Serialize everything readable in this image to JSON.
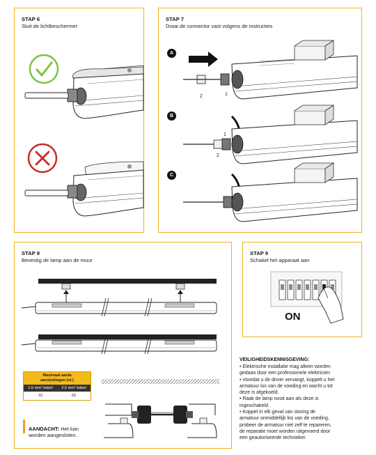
{
  "step6": {
    "title": "STAP 6",
    "subtitle": "Sluit de lichtbeschermer"
  },
  "step7": {
    "title": "STAP 7",
    "subtitle": "Draai de connector vast volgens de instructies",
    "rows": [
      {
        "letter": "A",
        "num1": "2",
        "num2": "1"
      },
      {
        "letter": "B",
        "num1": "1",
        "num2": "2"
      },
      {
        "letter": "C"
      }
    ]
  },
  "step8": {
    "title": "STAP 8",
    "subtitle": "Bevestig de lamp aan de muur",
    "table": {
      "header_line1": "Maximaal aanta",
      "header_line2": "aansluitingen (st.)",
      "col1": "1.5 mm² kabel",
      "col2": "2.5 mm² kabel",
      "val1": "33",
      "val2": "60"
    },
    "warning_bold": "AANDACHT:",
    "warning_text_1": " Het kan",
    "warning_text_2": "worden aangesloten."
  },
  "step9": {
    "title": "STAP 9",
    "subtitle": "Schakel het apparaat aan",
    "on_label": "ON"
  },
  "safety": {
    "title": "VEILIGHEIDSKENNISGEVING:",
    "lines": [
      "• Elektrische installatie mag alleen worden",
      "gedaan door een professionele elektricien",
      "• Voordat u de driver vervangt, koppelt u het",
      "armatuur los van de voeding en wacht u tot",
      "deze is afgekoeld.",
      "• Raak de lamp nooit aan als deze is",
      "ingeschakeld.",
      "• Koppel in elk geval van storing de",
      "armatuur onmiddellijk los van de voeding,",
      "probeer de armatuur niet zelf te repareren,",
      "de reparatie moet worden uitgevoerd door",
      "een geautoriseerde technieker."
    ]
  },
  "colors": {
    "accent": "#f2b21b",
    "check_green": "#7ec242",
    "cross_red": "#c92a2a",
    "warning_orange": "#f39a1b"
  }
}
